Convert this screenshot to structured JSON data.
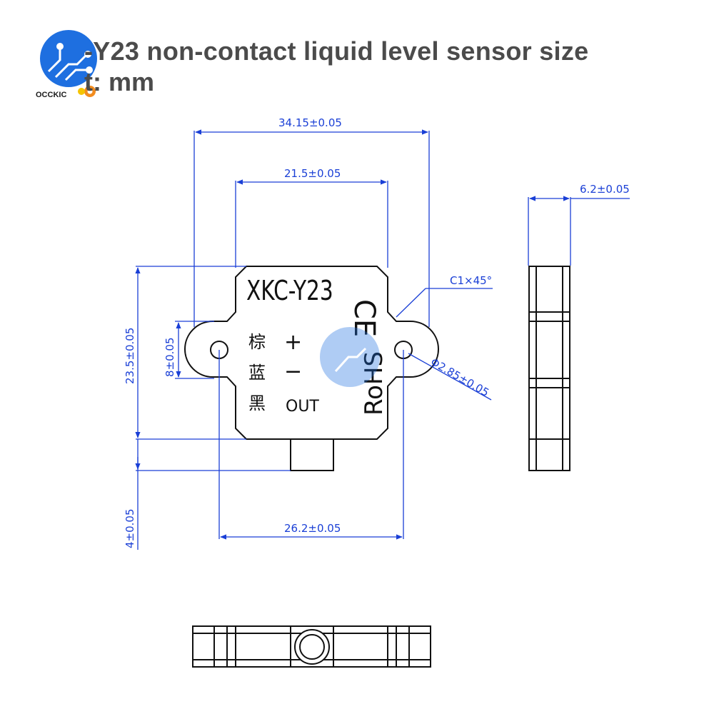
{
  "header": {
    "title": "-Y23 non-contact liquid level sensor size",
    "subtitle": "t: mm",
    "logo_text": "OCCKIC"
  },
  "drawing": {
    "dimensions": {
      "overall_width": "34.15±0.05",
      "body_width": "21.5±0.05",
      "hole_spacing": "26.2±0.05",
      "thickness": "6.2±0.05",
      "height": "23.5±0.05",
      "ear_height": "8±0.05",
      "connector": "4±0.05",
      "chamfer": "C1×45°",
      "hole_diameter": "Φ2.85±0.05"
    },
    "markings": {
      "model": "XKC-Y23",
      "ce": "CE",
      "rohs": "RoHS",
      "wire_brown": "棕",
      "wire_blue": "蓝",
      "wire_black": "黑",
      "plus": "+",
      "minus": "−",
      "out": "OUT"
    }
  },
  "colors": {
    "dimension": "#1a3fd6",
    "outline": "#111111",
    "title": "#4b4b4b",
    "logo": "#1e6fe0"
  }
}
